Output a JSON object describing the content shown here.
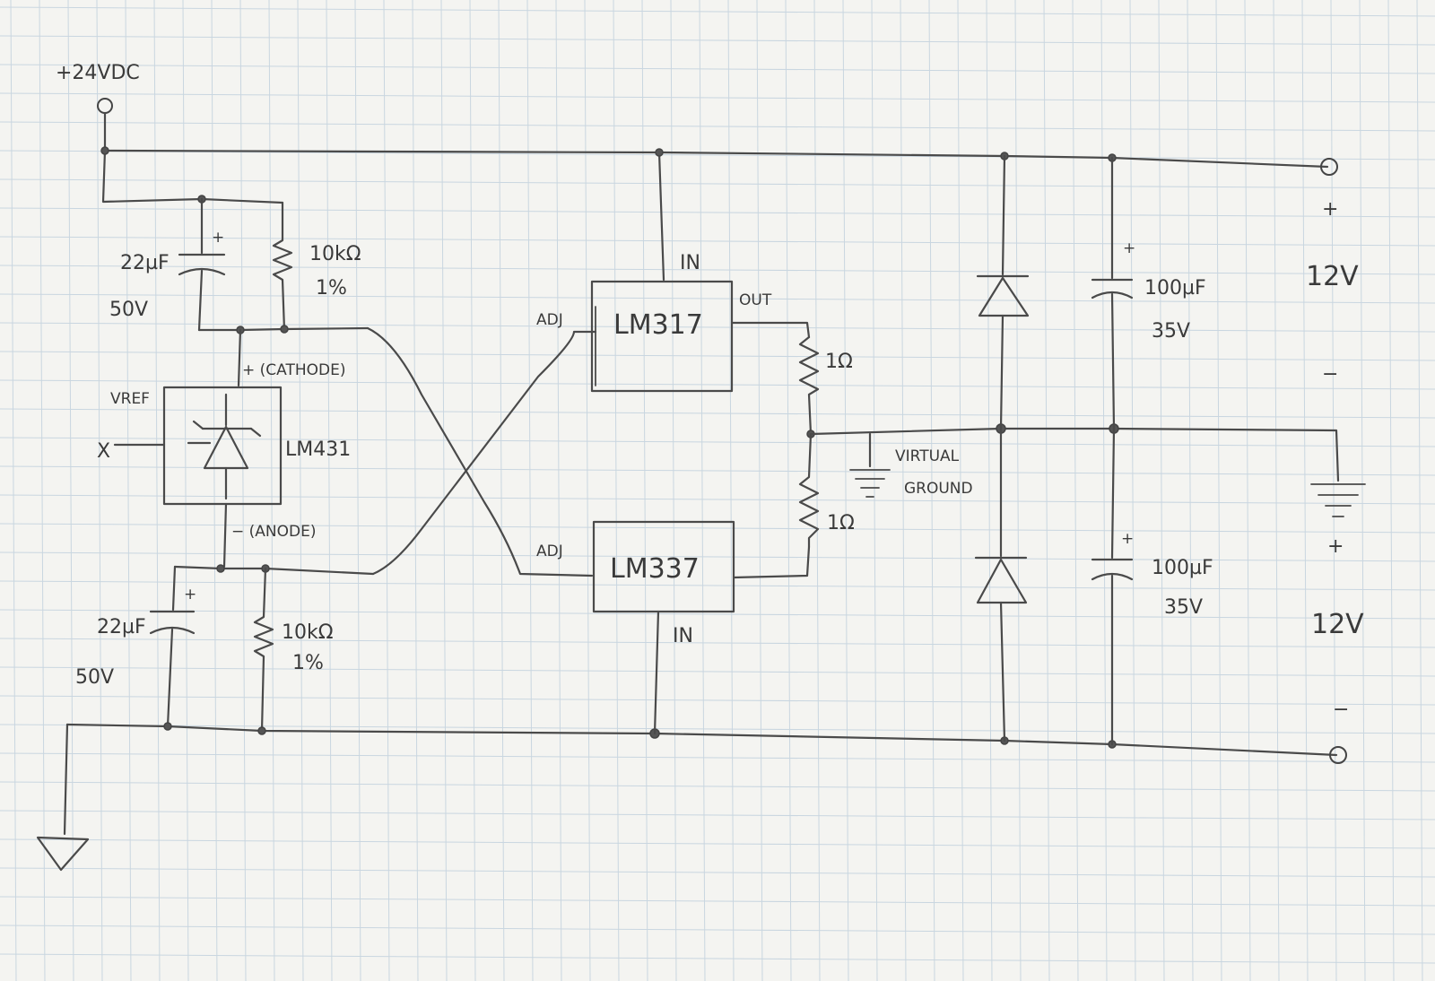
{
  "supply": {
    "label": "+24VDC"
  },
  "chips": {
    "lm317": {
      "name": "LM317",
      "in": "IN",
      "out": "OUT",
      "adj": "ADJ"
    },
    "lm337": {
      "name": "LM337",
      "in": "IN",
      "adj": "ADJ"
    },
    "lm431": {
      "name": "LM431",
      "vref": "VREF",
      "cathode": "+ (CATHODE)",
      "anode": "− (ANODE)",
      "nc": "X"
    }
  },
  "components": {
    "c_top": {
      "value": "22µF",
      "voltage": "50V",
      "polarity": "+"
    },
    "c_bottom": {
      "value": "22µF",
      "voltage": "50V",
      "polarity": "+"
    },
    "r_top": {
      "value": "10kΩ",
      "tolerance": "1%"
    },
    "r_bottom": {
      "value": "10kΩ",
      "tolerance": "1%"
    },
    "r_sense_top": {
      "value": "1Ω"
    },
    "r_sense_bottom": {
      "value": "1Ω"
    },
    "c_out_top": {
      "value": "100µF",
      "voltage": "35V",
      "polarity": "+"
    },
    "c_out_bottom": {
      "value": "100µF",
      "voltage": "35V",
      "polarity": "+"
    }
  },
  "virtual_ground": {
    "line1": "VIRTUAL",
    "line2": "GROUND"
  },
  "outputs": {
    "top": {
      "voltage": "12V",
      "plus": "+",
      "minus": "−"
    },
    "bottom": {
      "voltage": "12V",
      "plus": "+",
      "minus": "−"
    }
  }
}
